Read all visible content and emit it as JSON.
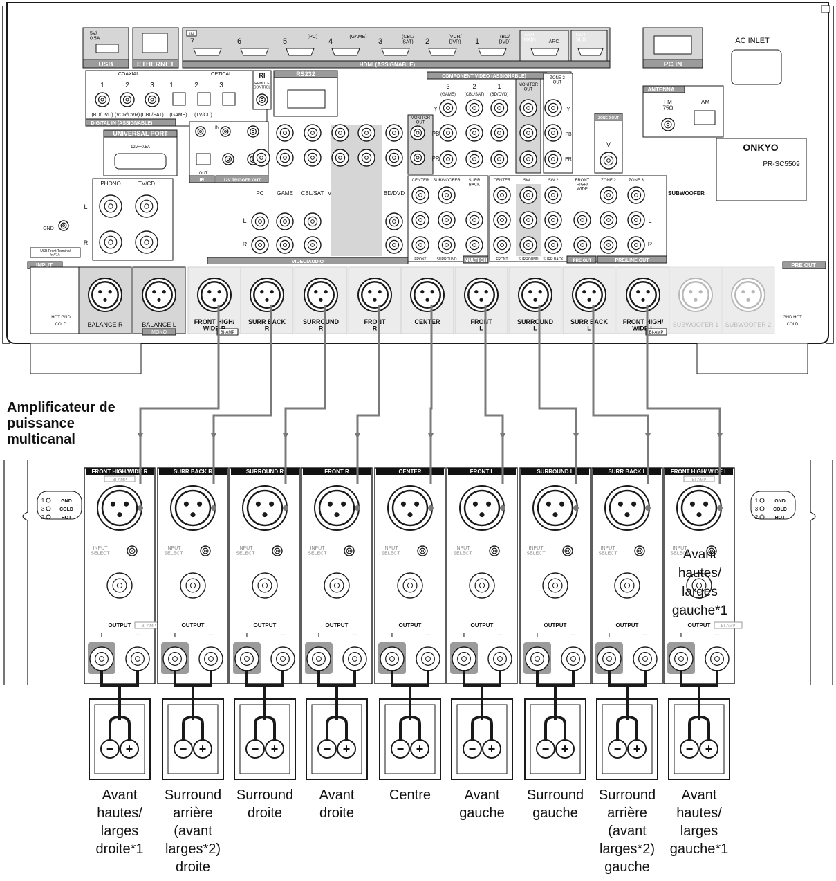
{
  "receiver": {
    "model": "PR-SC5509",
    "brand": "ONKYO",
    "top_ports": {
      "usb": "USB",
      "usb_rating": "5V/\n0.5A",
      "ethernet": "ETHERNET",
      "hdmi_label": "HDMI",
      "hdmi_sub": "(ASSIGNABLE)",
      "hdmi_in": "IN",
      "hdmi_inputs": [
        {
          "num": "7",
          "sub": ""
        },
        {
          "num": "6",
          "sub": ""
        },
        {
          "num": "5",
          "sub": "(PC)"
        },
        {
          "num": "4",
          "sub": "(GAME)"
        },
        {
          "num": "3",
          "sub": "(CBL/\nSAT)"
        },
        {
          "num": "2",
          "sub": "(VCR/\nDVR)"
        },
        {
          "num": "1",
          "sub": "(BD/\nDVD)"
        }
      ],
      "hdmi_out_main": "OUT\nMAIN",
      "hdmi_arc": "ARC",
      "hdmi_out_sub": "OUT\nSUB",
      "pc_in": "PC IN",
      "ac_inlet": "AC INLET",
      "antenna": "ANTENNA",
      "fm": "FM\n75Ω",
      "am": "AM"
    },
    "digital_in": {
      "coaxial": "COAXIAL",
      "optical": "OPTICAL",
      "title": "DIGITAL IN",
      "title_sub": "(ASSIGNABLE)",
      "coax_ports": [
        {
          "num": "1",
          "sub": "(BD/DVD)"
        },
        {
          "num": "2",
          "sub": "(VCR/DVR)"
        },
        {
          "num": "3",
          "sub": "(CBL/SAT)"
        }
      ],
      "opt_ports": [
        {
          "num": "1",
          "sub": "(GAME)"
        },
        {
          "num": "2",
          "sub": "(TV/CD)"
        },
        {
          "num": "3",
          "sub": ""
        }
      ]
    },
    "misc": {
      "ri": "RI",
      "remote_control": "REMOTE\nCONTROL",
      "rs232": "RS232",
      "universal_port": "UNIVERSAL PORT",
      "universal_rating": "12V⎓0.5A",
      "ir": "IR",
      "ir_in": "IN",
      "ir_out": "OUT",
      "trigger": "12V TRIGGER OUT",
      "phono": "PHONO",
      "tvcd": "TV/CD",
      "in": "IN",
      "out": "OUT",
      "gnd": "GND",
      "usb_front": "USB Front Terminal\n5V/1A",
      "component_video": "COMPONENT VIDEO",
      "component_sub": "(ASSIGNABLE)",
      "monitor_out": "MONITOR\nOUT",
      "zone2_out": "ZONE 2\nOUT",
      "zone2_out_v": "ZONE 2 OUT",
      "video_audio": "VIDEO/AUDIO",
      "multi_ch": "MULTI CH",
      "pre_out": "PRE OUT",
      "pre_line_out": "PRE/LINE OUT",
      "subwoofer": "SUBWOOFER",
      "input": "INPUT",
      "mono": "MONO"
    },
    "va_columns": [
      "PC",
      "GAME",
      "CBL/SAT",
      "VCR/DVR",
      "BD/DVD"
    ],
    "comp_columns": [
      {
        "num": "3",
        "sub": "(GAME)"
      },
      {
        "num": "2",
        "sub": "(CBL/SAT)"
      },
      {
        "num": "1",
        "sub": "(BD/DVD)"
      }
    ],
    "comp_rows": [
      "Y",
      "PB",
      "PR"
    ],
    "multich_labels": [
      "CENTER",
      "SUBWOOFER",
      "SURR\nBACK",
      "FRONT",
      "SURROUND"
    ],
    "preout_labels": [
      "CENTER",
      "SW 1",
      "SW 2",
      "FRONT\nHIGH/\nWIDE",
      "ZONE 2",
      "ZONE 3",
      "FRONT",
      "SURROUND",
      "SURR BACK"
    ],
    "xlr_inputs": [
      {
        "label": "BALANCE R",
        "sub": ""
      },
      {
        "label": "BALANCE L",
        "sub": "MONO"
      }
    ],
    "xlr_outputs": [
      {
        "label": "FRONT HIGH/\nWIDE R",
        "bi": "BI-AMP"
      },
      {
        "label": "SURR BACK\nR",
        "bi": ""
      },
      {
        "label": "SURROUND\nR",
        "bi": ""
      },
      {
        "label": "FRONT\nR",
        "bi": ""
      },
      {
        "label": "CENTER",
        "bi": ""
      },
      {
        "label": "FRONT\nL",
        "bi": ""
      },
      {
        "label": "SURROUND\nL",
        "bi": ""
      },
      {
        "label": "SURR BACK\nL",
        "bi": ""
      },
      {
        "label": "FRONT HIGH/\nWIDE L",
        "bi": "BI-AMP"
      }
    ],
    "xlr_subs": [
      "SUBWOOFER 1",
      "SUBWOOFER 2"
    ],
    "pin_legend": {
      "hot": "HOT",
      "gnd": "GND",
      "cold": "COLD"
    }
  },
  "amplifier": {
    "title": "Amplificateur de puissance multicanal",
    "pin_legend": [
      {
        "num": "1",
        "name": "GND"
      },
      {
        "num": "3",
        "name": "COLD"
      },
      {
        "num": "2",
        "name": "HOT"
      }
    ],
    "channels": [
      {
        "header": "FRONT HIGH/WIDE R",
        "biamp": "BI-AMP"
      },
      {
        "header": "SURR BACK R",
        "biamp": ""
      },
      {
        "header": "SURROUND R",
        "biamp": ""
      },
      {
        "header": "FRONT R",
        "biamp": ""
      },
      {
        "header": "CENTER",
        "biamp": ""
      },
      {
        "header": "FRONT L",
        "biamp": ""
      },
      {
        "header": "SURROUND L",
        "biamp": ""
      },
      {
        "header": "SURR BACK L",
        "biamp": ""
      },
      {
        "header": "FRONT HIGH/ WIDE L",
        "biamp": "BI-AMP"
      }
    ],
    "input_select": "INPUT\nSELECT",
    "output": "OUTPUT",
    "output_biamp": "BI-AMP",
    "plus": "+",
    "minus": "−",
    "overlay_caption": "Avant\nhautes/\nlarges\ngauche*1"
  },
  "speakers": [
    "Avant\nhautes/\nlarges\ndroite*1",
    "Surround\narrière\n(avant\nlarges*2)\ndroite",
    "Surround\ndroite",
    "Avant\ndroite",
    "Centre",
    "Avant\ngauche",
    "Surround\ngauche",
    "Surround\narrière\n(avant\nlarges*2)\ngauche",
    "Avant\nhautes/\nlarges\ngauche*1"
  ],
  "colors": {
    "panel_gray": "#d6d6d6",
    "panel_light": "#ececec",
    "panel_dark": "#9b9b9b",
    "line": "#1a1a1a",
    "cable": "#7a7a7a"
  }
}
